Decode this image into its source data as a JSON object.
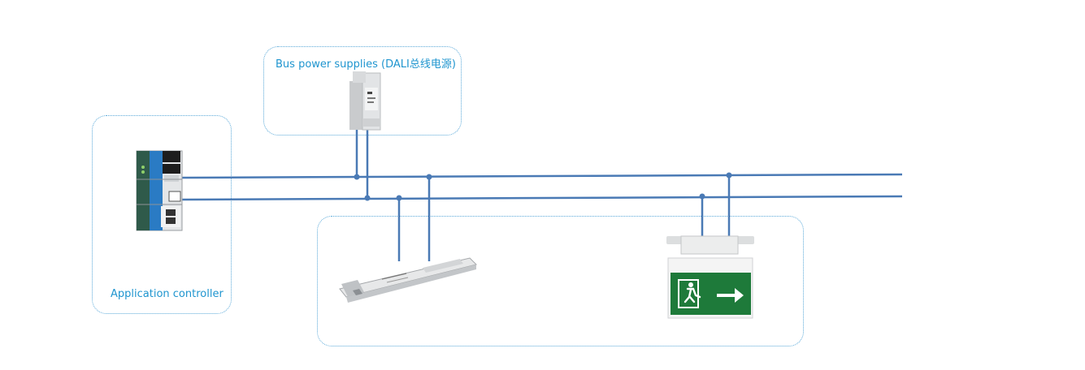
{
  "groups": {
    "bus_power_supplies": {
      "label": "Bus power supplies (DALI总线电源)"
    },
    "application_controller": {
      "label": "Application controller"
    },
    "bus_devices": {
      "label": ""
    }
  },
  "devices": {
    "power_supply": "din-rail bus power supply",
    "controller": "din-rail application controller",
    "led_driver": "linear LED driver",
    "exit_sign": "emergency exit sign"
  },
  "colors": {
    "bus_line": "#4a7ab5",
    "group_border": "#5aa9d9",
    "label_text": "#1f95cf",
    "exit_sign_green": "#1e7a3a"
  }
}
